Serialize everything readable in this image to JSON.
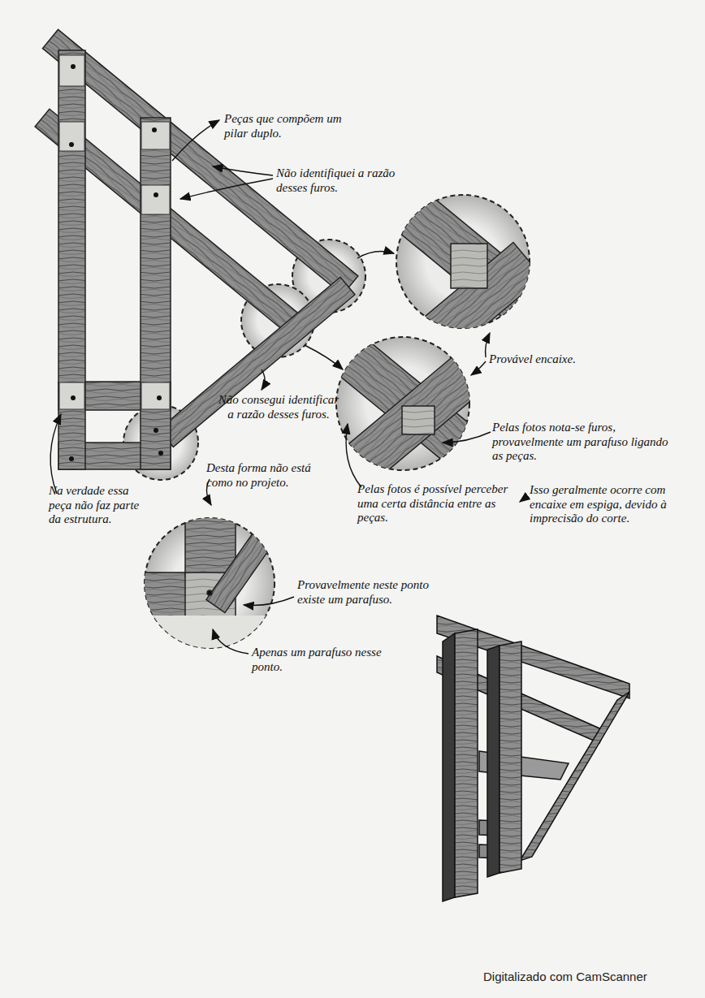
{
  "diagram": {
    "labels": [
      "Peças que compõem um pilar duplo.",
      "Não identifiquei a razão desses furos.",
      "Provável encaixe.",
      "Não consegui identificar a razão desses furos.",
      "Pelas fotos nota-se furos, provavelmente um parafuso ligando as peças.",
      "Desta forma não está como no projeto.",
      "Na verdade essa peça não faz parte da estrutura.",
      "Pelas fotos é possível perceber uma certa distância entre as peças.",
      "Isso geralmente ocorre com encaixe em espiga, devido à imprecisão do corte.",
      "Provavelmente neste ponto existe um parafuso.",
      "Apenas um parafuso nesse ponto.",
      "Digitalizado com CamScanner"
    ]
  }
}
